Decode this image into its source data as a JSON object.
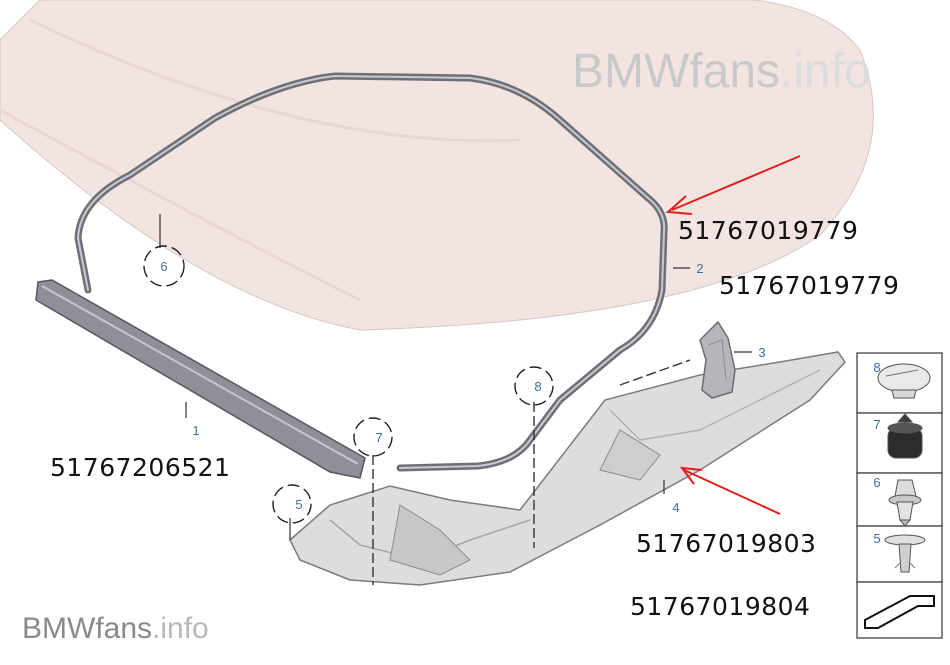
{
  "watermark": {
    "top_brand": "BMWfans",
    "top_suffix": ".info",
    "bottom_brand": "BMWfans",
    "bottom_suffix": ".info"
  },
  "callouts": {
    "c1": "1",
    "c2": "2",
    "c3": "3",
    "c4": "4",
    "c5": "5",
    "c6": "6",
    "c7": "7",
    "c8": "8"
  },
  "part_numbers": {
    "p1": "51767019779",
    "p2": "51767019779",
    "p3": "51767206521",
    "p4": "51767019803",
    "p5": "51767019804"
  },
  "legend": {
    "items": [
      "8",
      "7",
      "6",
      "5"
    ]
  },
  "colors": {
    "hood_fill": "#f2e4e1",
    "seal_stroke": "#6f6f77",
    "arrow": "#e0201c",
    "callout_text": "#3b6ea8"
  }
}
